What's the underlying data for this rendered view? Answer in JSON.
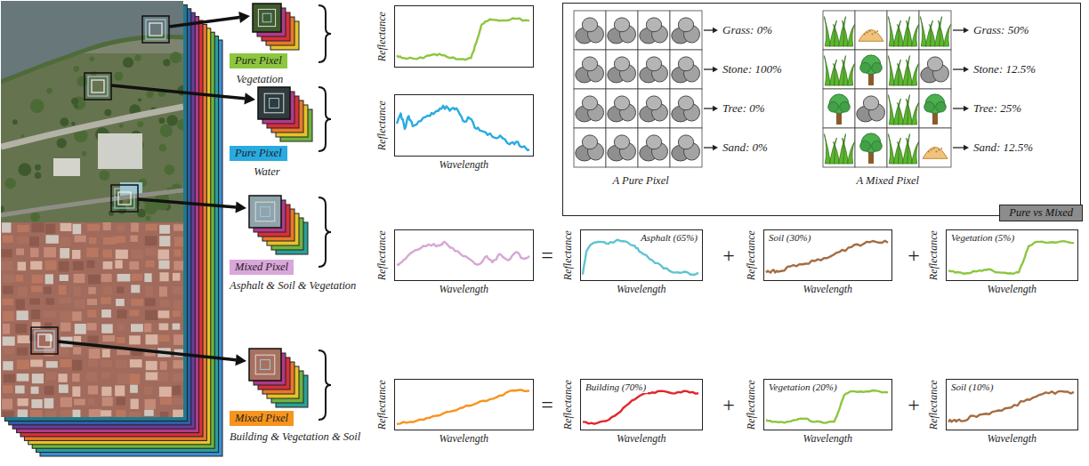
{
  "diagram": {
    "nodes": [
      {
        "text": [
          "Pure Pixel"
        ]
      },
      {
        "text": [
          "Reflectance"
        ]
      },
      {
        "text": [
          "A Pure Pixel",
          "A Mixed Pixel"
        ]
      },
      {
        "text": [
          "Pure vs Mixed"
        ],
        "in": 2
      },
      {
        "text": [
          "Pure Pixel"
        ]
      },
      {
        "text": [
          "Reflectance",
          "Wavelength"
        ]
      },
      {
        "text": [
          "Mixed Pixel"
        ]
      },
      {
        "text": [
          "Reflectance",
          "Wavelength"
        ]
      },
      {
        "text": [
          "Asphalt (65%)",
          "Reflectance",
          "Wavelength"
        ]
      },
      {
        "text": [
          "Soil (30%)",
          "Reflectance",
          "Wavelength"
        ]
      },
      {
        "text": [
          "Vegetation (5%)",
          "Reflectance",
          "Wavelength"
        ]
      },
      {
        "text": [
          "Mixed Pixel"
        ]
      },
      {
        "text": [
          "Reflectance",
          "Wavelength"
        ]
      },
      {
        "text": [
          "Building (70%)",
          "Reflectance",
          "Wavelength"
        ]
      },
      {
        "text": [
          "Vegetation (20%)",
          "Reflectance",
          "Wavelength"
        ]
      },
      {
        "text": [
          "Soil (10%)",
          "Reflectance",
          "Wavelength"
        ]
      }
    ],
    "labels": [
      "Vegetation",
      "Water",
      "Asphalt & Soil & Vegetation",
      "Building & Vegetation & Soil",
      "=",
      "+",
      "+",
      "=",
      "+",
      "+",
      "Grass: 0%",
      "Stone: 100%",
      "Tree: 0%",
      "Sand: 0%",
      "Grass: 50%",
      "Stone: 12.5%",
      "Tree: 25%",
      "Sand: 12.5%"
    ]
  }
}
